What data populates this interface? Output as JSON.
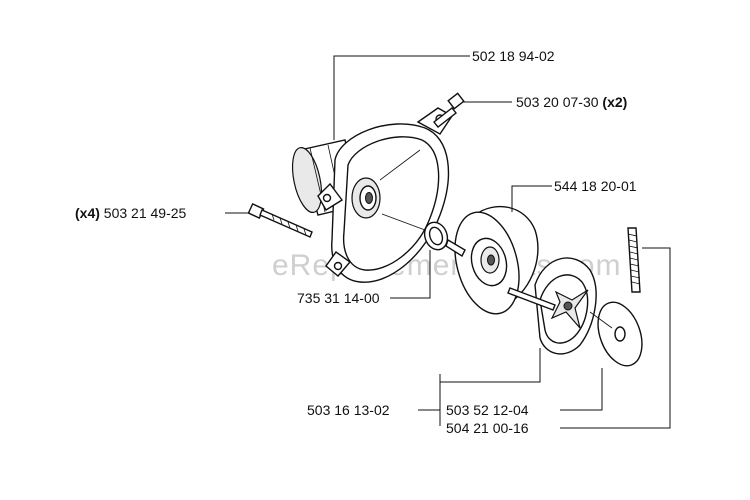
{
  "watermark": "eReplacementParts.com",
  "parts": [
    {
      "id": "p1",
      "qty": "",
      "number": "502 18 94-02",
      "name": "gear-housing"
    },
    {
      "id": "p2",
      "qty": "(x2)",
      "number": "503 20 07-30",
      "name": "housing-screw"
    },
    {
      "id": "p3",
      "qty": "",
      "number": "544 18 20-01",
      "name": "clutch-drum"
    },
    {
      "id": "p4",
      "qty": "(x4)",
      "number": "503 21 49-25",
      "name": "mount-screw"
    },
    {
      "id": "p5",
      "qty": "",
      "number": "735 31 14-00",
      "name": "seal-ring"
    },
    {
      "id": "p6",
      "qty": "",
      "number": "503 16 13-02",
      "name": "assembly"
    },
    {
      "id": "p7",
      "qty": "",
      "number": "503 52 12-04",
      "name": "washer"
    },
    {
      "id": "p8",
      "qty": "",
      "number": "504 21 00-16",
      "name": "threaded-stud"
    }
  ]
}
